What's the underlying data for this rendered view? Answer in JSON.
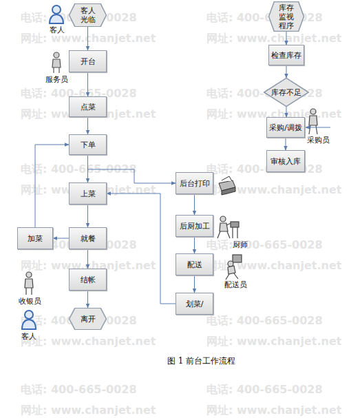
{
  "diagram": {
    "caption": "图 1 前台工作流程",
    "nodes": [
      {
        "text": [
          "客人 光临"
        ]
      },
      {
        "text": [
          "开台"
        ]
      },
      {
        "text": [
          "点菜"
        ]
      },
      {
        "text": [
          "下单"
        ]
      },
      {
        "text": [
          "上菜"
        ]
      },
      {
        "text": [
          "就餐"
        ]
      },
      {
        "text": [
          "结帐"
        ]
      },
      {
        "text": [
          "离开"
        ]
      },
      {
        "text": [
          "加菜"
        ]
      },
      {
        "text": [
          "后台打印"
        ]
      },
      {
        "text": [
          "后厨加工"
        ]
      },
      {
        "text": [
          "配送"
        ]
      },
      {
        "text": [
          "划菜/"
        ]
      },
      {
        "text": [
          "库存 监视 程序"
        ]
      },
      {
        "text": [
          "检查库存"
        ]
      },
      {
        "text": [
          "库存不足"
        ]
      },
      {
        "text": [
          "采购/调拨"
        ]
      },
      {
        "text": [
          "审核入库"
        ]
      }
    ],
    "edges": [
      {
        "from": 0,
        "to": 1,
        "arrow": "to"
      },
      {
        "from": 1,
        "to": 2,
        "arrow": "to"
      },
      {
        "from": 2,
        "to": 3,
        "arrow": "to"
      },
      {
        "from": 3,
        "to": 4,
        "arrow": "to"
      },
      {
        "from": 4,
        "to": 5,
        "arrow": "to"
      },
      {
        "from": 5,
        "to": 6,
        "arrow": "to"
      },
      {
        "from": 6,
        "to": 7,
        "arrow": "to"
      },
      {
        "from": 3,
        "to": 9,
        "arrow": "to"
      },
      {
        "from": 9,
        "to": 10,
        "arrow": "to"
      },
      {
        "from": 10,
        "to": 11,
        "arrow": "to"
      },
      {
        "from": 11,
        "to": 12,
        "arrow": "to"
      },
      {
        "from": 12,
        "to": 4,
        "arrow": "to"
      },
      {
        "from": 5,
        "to": 8,
        "arrow": "to"
      },
      {
        "from": 8,
        "to": 3,
        "arrow": "to"
      },
      {
        "from": 13,
        "to": 14,
        "arrow": "to"
      },
      {
        "from": 14,
        "to": 15,
        "arrow": "to"
      },
      {
        "from": 15,
        "to": 16,
        "arrow": "to"
      },
      {
        "from": 16,
        "to": 17,
        "arrow": "to"
      }
    ],
    "labels": [
      "客人",
      "服务员",
      "厨师",
      "配送员",
      "采购员",
      "收银员",
      "客人",
      "电话: 400-665-0028",
      "网址: www.chanjet.net",
      "电话: 400-665-0028",
      "网址: www.chanjet.net",
      "电话: 400-665-0028",
      "网址: www.chanjet.net",
      "电话: 400-665-0028",
      "网址: www.chanjet.net",
      "电话: 400-665-0028",
      "网址: www.chanjet.net",
      "电话: 400-665-0028",
      "网址: www.chanjet.net",
      "电话: 400-665-0028",
      "网址: www.chanjet.net",
      "电话: 400-665-0028",
      "网址: www.chanjet.net",
      "电话: 400-665-0028",
      "网址: www.chanjet.net",
      "电话: 400-665-0028",
      "网址: www.chanjet.net",
      "电话: 400-665-0028",
      "网址: www.chanjet.net",
      "电话: 400-665-0028",
      "网址: www.chanjet.net"
    ]
  }
}
